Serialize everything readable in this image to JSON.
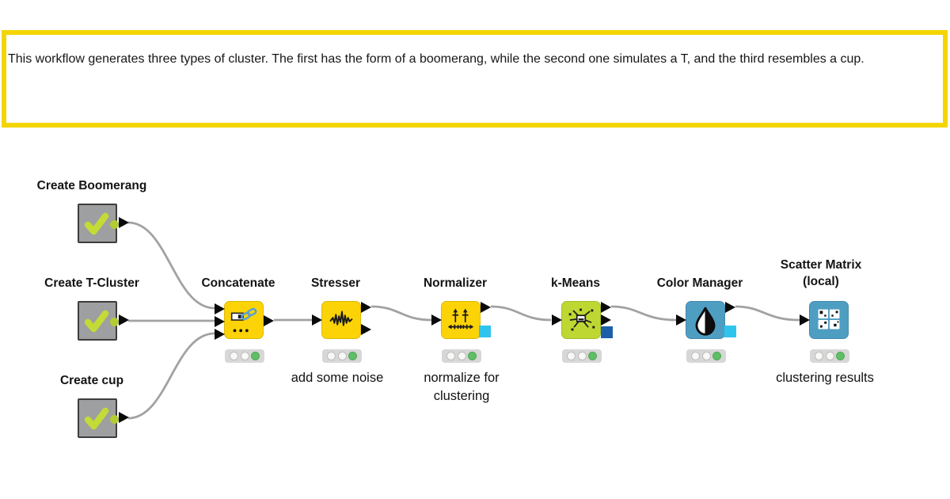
{
  "annotation": {
    "text": "This workflow generates three types of cluster. The first has the form of a boomerang, while the second one simulates a T, and the third resembles a cup.",
    "border_color": "#F3D504"
  },
  "colors": {
    "node_yellow": "#FCD307",
    "node_lime": "#BFD733",
    "node_blue": "#4E9EC2",
    "node_gray": "#9E9FA0",
    "wire_gray": "#A2A2A2",
    "status_green": "#5FBE66",
    "data_outport_circle": "#B4CC31",
    "model_port_cyan": "#2FC4ED",
    "model_port_darkblue": "#1D5FA9",
    "check_green": "#C4DB36"
  },
  "icons": {
    "checkmark": "green check = executed component",
    "concatenate": "table + chain-link",
    "stresser": "noise waveform",
    "normalizer": "axis with arrows",
    "k_means": "cluster starburst",
    "color_manager": "color drop",
    "scatter_matrix": "2x2 scatter grid"
  },
  "nodes": [
    {
      "label": "Create Boomerang",
      "type": "source-component",
      "status": "executed",
      "inputs": 0,
      "outputs": 1
    },
    {
      "label": "Create T-Cluster",
      "type": "source-component",
      "status": "executed",
      "inputs": 0,
      "outputs": 1
    },
    {
      "label": "Create cup",
      "type": "source-component",
      "status": "executed",
      "inputs": 0,
      "outputs": 1
    },
    {
      "label": "Concatenate",
      "type": "manipulator",
      "status": "executed",
      "inputs": 3,
      "outputs": 1
    },
    {
      "label": "Stresser",
      "sublabel": "add some noise",
      "type": "manipulator",
      "status": "executed",
      "inputs": 1,
      "outputs": 2
    },
    {
      "label": "Normalizer",
      "sublabel": "normalize for clustering",
      "type": "manipulator",
      "status": "executed",
      "inputs": 1,
      "outputs": 1,
      "model_outputs": 1
    },
    {
      "label": "k-Means",
      "type": "learner",
      "status": "executed",
      "inputs": 1,
      "outputs": 2,
      "model_outputs": 1
    },
    {
      "label": "Color Manager",
      "type": "visualizer",
      "status": "executed",
      "inputs": 1,
      "outputs": 1,
      "model_outputs": 1
    },
    {
      "label": "Scatter Matrix",
      "label2": "(local)",
      "sublabel": "clustering results",
      "type": "view",
      "status": "executed",
      "inputs": 1,
      "outputs": 0
    }
  ],
  "connections": [
    {
      "from": "Create Boomerang",
      "to": "Concatenate",
      "to_port": 1
    },
    {
      "from": "Create T-Cluster",
      "to": "Concatenate",
      "to_port": 2
    },
    {
      "from": "Create cup",
      "to": "Concatenate",
      "to_port": 3
    },
    {
      "from": "Concatenate",
      "to": "Stresser"
    },
    {
      "from": "Stresser",
      "to": "Normalizer"
    },
    {
      "from": "Normalizer",
      "to": "k-Means"
    },
    {
      "from": "k-Means",
      "to": "Color Manager"
    },
    {
      "from": "Color Manager",
      "to": "Scatter Matrix (local)"
    }
  ]
}
